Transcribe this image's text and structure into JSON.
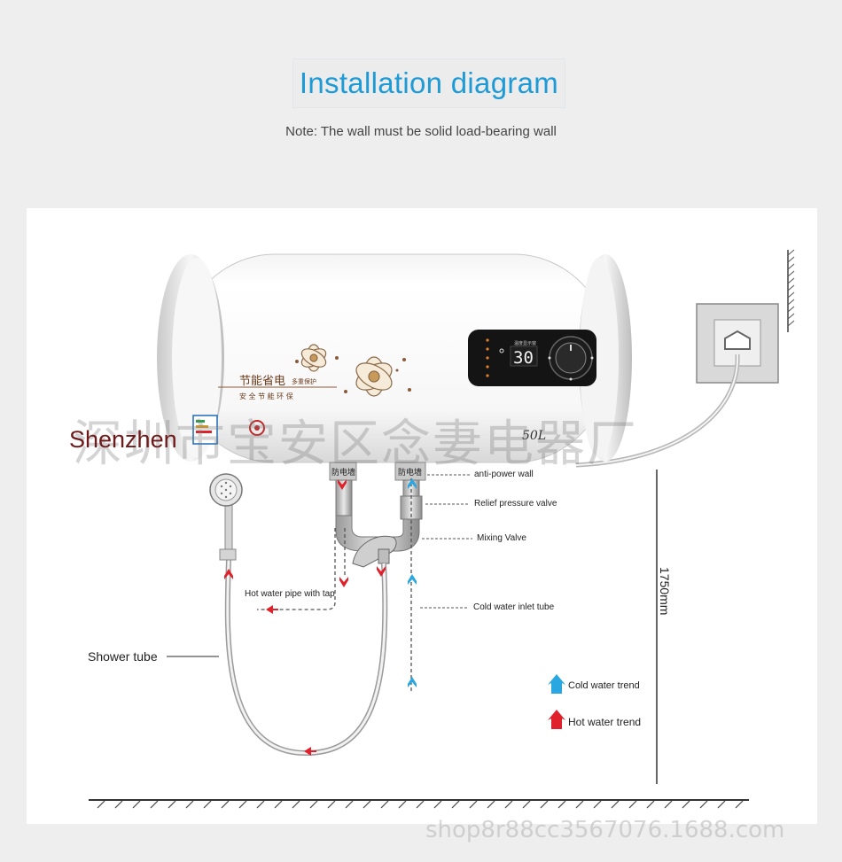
{
  "header": {
    "title": "Installation diagram",
    "note": "Note: The wall must be solid load-bearing wall"
  },
  "heater": {
    "brand_line1": "节能省电",
    "brand_line1_small": "多重保护",
    "brand_line2": "安 全 节 能 环 保",
    "capacity": "50L",
    "display_value": "30",
    "display_caption": "温度显示窗",
    "left_mount_tag": "防电墙",
    "right_mount_tag": "防电墙"
  },
  "labels": {
    "anti_power_wall": "anti-power wall",
    "relief_valve": "Relief pressure valve",
    "mixing_valve": "Mixing Valve",
    "hot_pipe": "Hot water pipe with tap",
    "cold_inlet": "Cold water inlet tube",
    "shower_tube": "Shower tube",
    "height": "1750mm",
    "legend_cold": "Cold water trend",
    "legend_hot": "Hot water trend"
  },
  "watermark": {
    "overlay_en": "Shenzhen",
    "overlay_cn": "深圳市宝安区念妻电器厂",
    "bottom": "shop8r88cc3567076.1688.com"
  },
  "colors": {
    "title_blue": "#1e9ad6",
    "hot_arrow": "#e0202a",
    "cold_arrow": "#2aa6e0",
    "shenzhen_text": "#6e1a1a"
  }
}
